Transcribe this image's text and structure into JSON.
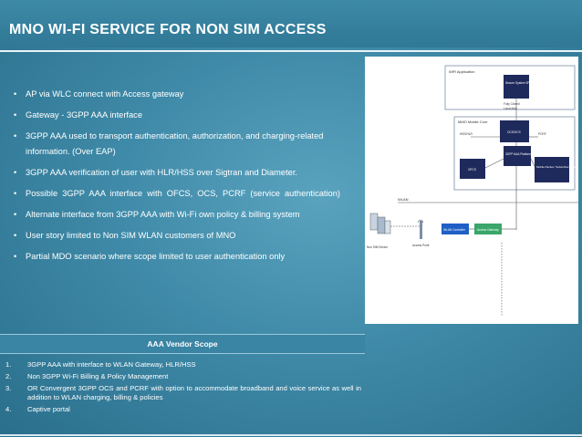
{
  "slide": {
    "title": "MNO WI-FI SERVICE FOR NON SIM ACCESS",
    "bullets": [
      "AP via WLC connect with Access gateway",
      "Gateway - 3GPP AAA interface",
      "3GPP AAA used to transport authentication, authorization, and charging-related information.  (Over EAP)",
      "3GPP AAA verification of user with HLR/HSS over Sigtran and Diameter.",
      "Possible   3GPP   AAA   interface   with   OFCS,   OCS,   PCRF      (service authentication)",
      "Alternate interface from 3GPP AAA with Wi-Fi own policy & billing  system",
      "User story limited to Non SIM WLAN customers of MNO",
      "Partial MDO scenario where scope limited to user  authentication only"
    ]
  },
  "vendor_scope": {
    "heading": "AAA Vendor Scope",
    "items": [
      {
        "num": "1.",
        "text": "3GPP AAA with interface to WLAN Gateway, HLR/HSS"
      },
      {
        "num": "2.",
        "text": "Non 3GPP Wi-Fi Billing & Policy Management"
      },
      {
        "num": "3.",
        "text": "OR Convergent 3GPP OCS and PCRF with option to accommodate broadband and voice service as well in addition to WLAN charging, billing & policies"
      },
      {
        "num": "4.",
        "text": "Captive portal"
      }
    ]
  },
  "diagram": {
    "labels": {
      "wifi_application": "WiFi Application",
      "system_box": "Secure System 3PP Billing",
      "fully_closed": "Fully Closed",
      "local_aaa": "Local AAA",
      "mobile_core": "MMO Mobile Core",
      "hss": "HSS/HLR",
      "pcrf": "PCRF",
      "ocs": "OCS/OCS",
      "aaa": "3GPP AAA Platform",
      "ofcs": "OFCS",
      "mobile_packet": "Mobile Packet / Subscriber Portal",
      "wlan": "WLAN",
      "non_sim": "Non SIM Device",
      "access_point": "Access Point",
      "wlan_ctrl": "WLAN Controller",
      "access_gw": "Access Gateway"
    },
    "colors": {
      "frame": "#7a8fa6",
      "navy_box": "#1f2a5c",
      "blue_box": "#1e5fc6",
      "green_box": "#3aa66a"
    }
  }
}
